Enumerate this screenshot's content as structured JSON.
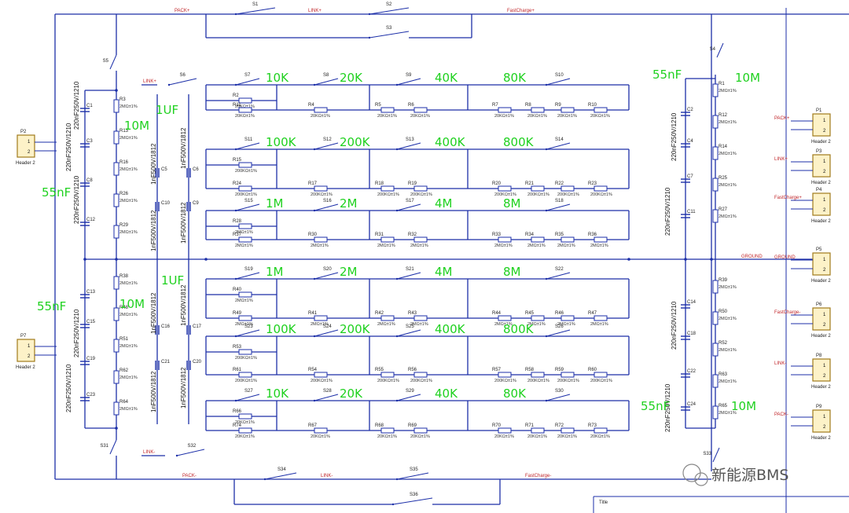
{
  "nets": {
    "pack_pos": "PACK+",
    "link_pos": "LINK+",
    "fast_pos": "FastCharge+",
    "ground": "GROUND",
    "pack_neg": "PACK-",
    "link_neg": "LINK-",
    "fast_neg": "FastCharge-"
  },
  "switches_top": [
    "S1",
    "S2",
    "S3",
    "S5",
    "S4",
    "S6"
  ],
  "switches_bottom": [
    "S31",
    "S32",
    "S33",
    "S34",
    "S35",
    "S36"
  ],
  "left_headers": [
    {
      "ref": "P2",
      "name": "Header 2"
    },
    {
      "ref": "P7",
      "name": "Header 2"
    }
  ],
  "right_headers": [
    {
      "ref": "P1",
      "name": "Header 2",
      "net": "PACK+"
    },
    {
      "ref": "P3",
      "name": "Header 2",
      "net": "LINK+"
    },
    {
      "ref": "P4",
      "name": "Header 2",
      "net": "FastCharge+"
    },
    {
      "ref": "P5",
      "name": "Header 2",
      "net": "GROUND"
    },
    {
      "ref": "P6",
      "name": "Header 2",
      "net": "FastCharge-"
    },
    {
      "ref": "P8",
      "name": "Header 2",
      "net": "LINK-"
    },
    {
      "ref": "P9",
      "name": "Header 2",
      "net": "PACK-"
    }
  ],
  "pin_labels": [
    "1",
    "2"
  ],
  "left_upper_res": [
    "R3",
    "R13",
    "R16",
    "R26",
    "R29"
  ],
  "left_lower_res": [
    "R38",
    "R48",
    "R51",
    "R62",
    "R64"
  ],
  "right_upper_res": [
    "R1",
    "R12",
    "R14",
    "R25",
    "R27"
  ],
  "right_lower_res": [
    "R39",
    "R50",
    "R52",
    "R63",
    "R65"
  ],
  "res_value_2m": "2MΩ±1%",
  "res_value_20k": "20KΩ±1%",
  "res_value_200k": "200KΩ±1%",
  "left_upper_caps": [
    "C1",
    "C3",
    "C8",
    "C12"
  ],
  "left_lower_caps": [
    "C13",
    "C15",
    "C19",
    "C23"
  ],
  "right_upper_caps": [
    "C2",
    "C4",
    "C7",
    "C11"
  ],
  "right_lower_caps": [
    "C14",
    "C18",
    "C22",
    "C24"
  ],
  "mid_caps": [
    "C5",
    "C6",
    "C10",
    "C9",
    "C16",
    "C17",
    "C21",
    "C20"
  ],
  "cap_220": "220nF250V/1210",
  "cap_1n": "1nF500V/1812",
  "green": {
    "f55_a": "55nF",
    "f55_b": "55nF",
    "f55_c": "55nF",
    "f55_d": "55nF",
    "m10_a": "10M",
    "m10_b": "10M",
    "m10_c": "10M",
    "m10_d": "10M",
    "uf_a": "1UF",
    "uf_b": "1UF"
  },
  "rows": [
    {
      "sw": [
        "S7",
        "S8",
        "S9",
        "S10"
      ],
      "vals": [
        "10K",
        "20K",
        "40K",
        "80K"
      ],
      "res": [
        "R2",
        "R11",
        "R4",
        "R5",
        "R6",
        "R7",
        "R8",
        "R9",
        "R10"
      ],
      "rv": "20KΩ±1%"
    },
    {
      "sw": [
        "S11",
        "S12",
        "S13",
        "S14"
      ],
      "vals": [
        "100K",
        "200K",
        "400K",
        "800K"
      ],
      "res": [
        "R15",
        "R24",
        "R17",
        "R18",
        "R19",
        "R20",
        "R21",
        "R22",
        "R23"
      ],
      "rv": "200KΩ±1%"
    },
    {
      "sw": [
        "S15",
        "S16",
        "S17",
        "S18"
      ],
      "vals": [
        "1M",
        "2M",
        "4M",
        "8M"
      ],
      "res": [
        "R28",
        "R37",
        "R30",
        "R31",
        "R32",
        "R33",
        "R34",
        "R35",
        "R36"
      ],
      "rv": "2MΩ±1%"
    },
    {
      "sw": [
        "S19",
        "S20",
        "S21",
        "S22"
      ],
      "vals": [
        "1M",
        "2M",
        "4M",
        "8M"
      ],
      "res": [
        "R40",
        "R49",
        "R41",
        "R42",
        "R43",
        "R44",
        "R45",
        "R46",
        "R47"
      ],
      "rv": "2MΩ±1%"
    },
    {
      "sw": [
        "S23",
        "S24",
        "S25",
        "S26"
      ],
      "vals": [
        "100K",
        "200K",
        "400K",
        "800K"
      ],
      "res": [
        "R53",
        "R61",
        "R54",
        "R55",
        "R56",
        "R57",
        "R58",
        "R59",
        "R60"
      ],
      "rv": "200KΩ±1%"
    },
    {
      "sw": [
        "S27",
        "S28",
        "S29",
        "S30"
      ],
      "vals": [
        "10K",
        "20K",
        "40K",
        "80K"
      ],
      "res": [
        "R66",
        "R74",
        "R67",
        "R68",
        "R69",
        "R70",
        "R71",
        "R72",
        "R73"
      ],
      "rv": "20KΩ±1%"
    }
  ],
  "title_block": "Title",
  "watermark": "新能源BMS"
}
